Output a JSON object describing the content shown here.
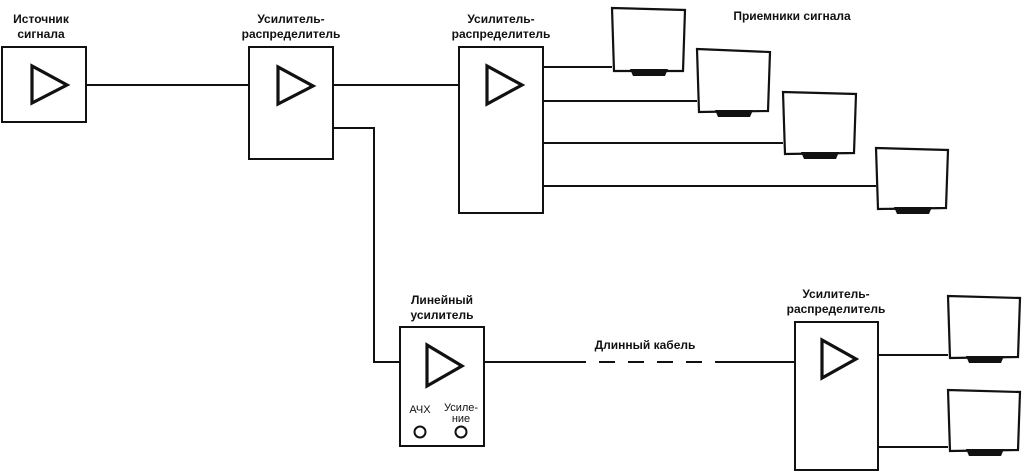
{
  "diagram": {
    "source": {
      "label_lines": [
        "Источник",
        "сигнала"
      ]
    },
    "distribution_amplifier_1": {
      "label_lines": [
        "Усилитель-",
        "распределитель"
      ]
    },
    "distribution_amplifier_2": {
      "label_lines": [
        "Усилитель-",
        "распределитель"
      ]
    },
    "distribution_amplifier_3": {
      "label_lines": [
        "Усилитель-",
        "распределитель"
      ]
    },
    "line_amplifier": {
      "label_lines": [
        "Линейный",
        "усилитель"
      ],
      "control_freq_label": "АЧХ",
      "control_gain_label_lines": [
        "Усиле-",
        "ние"
      ]
    },
    "receivers": {
      "label": "Приемники сигнала"
    },
    "long_cable": {
      "label": "Длинный кабель"
    }
  }
}
